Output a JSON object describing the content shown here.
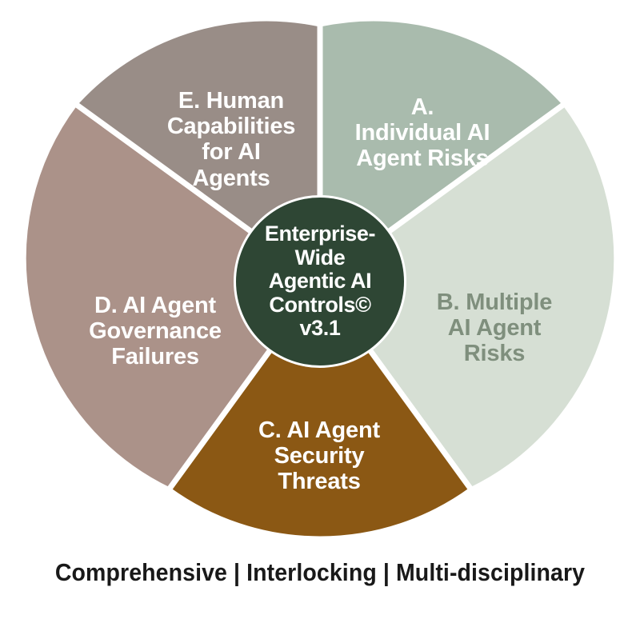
{
  "chart_data": {
    "type": "pie",
    "title": "Enterprise-Wide Agentic AI Controls© v3.1",
    "subtitle": "Comprehensive | Interlocking | Multi-disciplinary",
    "xlabel": "",
    "ylabel": "",
    "legend_position": "none",
    "grid": false,
    "donut": true,
    "inner_radius_px": 105,
    "outer_radius_px": 322,
    "start_angle_deg": 0,
    "categories": [
      "A. Individual AI Agent Risks",
      "B. Multiple AI Agent Risks",
      "C. AI Agent Security Threats",
      "D. AI Agent Governance Failures",
      "E. Human Capabilities for AI Agents"
    ],
    "values": [
      20,
      20,
      20,
      20,
      20
    ],
    "slice_angles_deg": [
      72,
      72,
      72,
      72,
      72
    ],
    "colors": [
      "#a9bbad",
      "#d6dfd4",
      "#8b5814",
      "#ab9289",
      "#998d87"
    ]
  },
  "center": {
    "label": "Enterprise-\nWide\nAgentic AI\nControls©\nv3.1",
    "background_color": "#2e4634",
    "text_color": "#ffffff"
  },
  "wheel": {
    "segments": [
      {
        "key": "A",
        "label": "A.\nIndividual AI\nAgent Risks",
        "fill": "#a9bbad",
        "text_color": "#ffffff",
        "start_deg": 0,
        "end_deg": 72
      },
      {
        "key": "B",
        "label": "B. Multiple\nAI Agent\nRisks",
        "fill": "#d6dfd4",
        "text_color": "#7f8f7d",
        "start_deg": 72,
        "end_deg": 144
      },
      {
        "key": "C",
        "label": "C. AI Agent\nSecurity\nThreats",
        "fill": "#8b5814",
        "text_color": "#ffffff",
        "start_deg": 144,
        "end_deg": 216
      },
      {
        "key": "D",
        "label": "D. AI Agent\nGovernance\nFailures",
        "fill": "#ab9289",
        "text_color": "#ffffff",
        "start_deg": 216,
        "end_deg": 288
      },
      {
        "key": "E",
        "label": "E. Human\nCapabilities\nfor AI\nAgents",
        "fill": "#998d87",
        "text_color": "#ffffff",
        "start_deg": 288,
        "end_deg": 360
      }
    ],
    "divider_color": "#ffffff",
    "background_color": "#ffffff"
  },
  "footer": {
    "tagline": "Comprehensive | Interlocking | Multi-disciplinary",
    "text_color": "#191919"
  }
}
